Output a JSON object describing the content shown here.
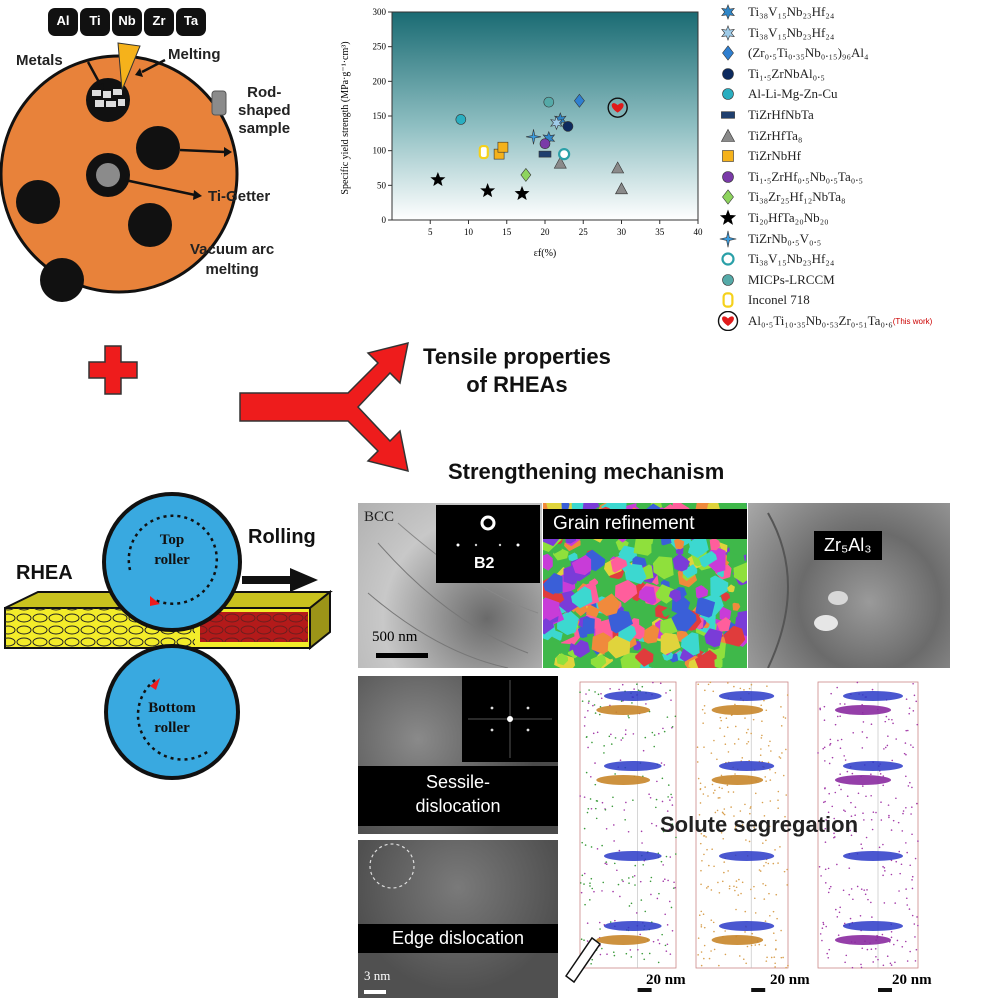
{
  "process": {
    "elements": [
      "Al",
      "Ti",
      "Nb",
      "Zr",
      "Ta"
    ],
    "metals_label": "Metals",
    "melting_label": "Melting",
    "rod_label": "Rod-\nshaped\nsample",
    "getter_label": "Ti-Getter",
    "vacuum_label": "Vacuum arc\nmelting",
    "rhea_label": "RHEA",
    "rolling_label": "Rolling",
    "top_roller_label": "Top\nroller",
    "bottom_roller_label": "Bottom\nroller"
  },
  "headings": {
    "tensile": "Tensile properties\nof RHEAs",
    "mechanism": "Strengthening mechanism"
  },
  "micrographs": {
    "bcc_label": "BCC",
    "b2_label": "B2",
    "scale_500": "500 nm",
    "grain_label": "Grain refinement",
    "zr_label": "Zr₅Al₃",
    "sessile_label": "Sessile-\ndislocation",
    "edge_label": "Edge dislocation",
    "scale_3": "3 nm",
    "solute_label": "Solute segregation",
    "scale_20": "20 nm"
  },
  "colors": {
    "disc": "#e8823a",
    "roller": "#39a9e0",
    "arrow_red": "#ee1c1c",
    "slab_yellow": "#f3ec2a"
  },
  "chart_data": {
    "type": "scatter",
    "xlabel": "εf(%)",
    "ylabel": "Specific yield strength (MPa·g⁻¹·cm³)",
    "xlim": [
      0,
      40
    ],
    "ylim": [
      0,
      300
    ],
    "xticks": [
      5,
      10,
      15,
      20,
      25,
      30,
      35,
      40
    ],
    "yticks": [
      0,
      50,
      100,
      150,
      200,
      250,
      300
    ],
    "series": [
      {
        "name": "Ti₃₈V₁₅Nb₂₃Hf₂₄",
        "marker": "star6",
        "color": "#2f86c8",
        "points": [
          [
            20.5,
            118
          ],
          [
            22,
            145
          ]
        ]
      },
      {
        "name": "Ti₃₈V₁₅Nb₂₃Hf₂₄",
        "marker": "star6",
        "color": "#9fcbe8",
        "points": [
          [
            21.5,
            140
          ]
        ]
      },
      {
        "name": "(Zr₀.₅Ti₀.₃₅Nb₀.₁₅)₉₆Al₄",
        "marker": "diamond",
        "color": "#2f7fd0",
        "points": [
          [
            24.5,
            172
          ]
        ]
      },
      {
        "name": "Ti₁.₅ZrNbAl₀.₅",
        "marker": "circle",
        "color": "#0d2a5e",
        "points": [
          [
            23,
            135
          ]
        ]
      },
      {
        "name": "Al-Li-Mg-Zn-Cu",
        "marker": "circle",
        "color": "#2aaec0",
        "points": [
          [
            9,
            145
          ]
        ]
      },
      {
        "name": "TiZrHfNbTa",
        "marker": "rect",
        "color": "#1f3f6e",
        "points": [
          [
            20,
            95
          ]
        ]
      },
      {
        "name": "TiZrHfTa₈",
        "marker": "triangle",
        "color": "#8a8a8a",
        "points": [
          [
            22,
            82
          ],
          [
            29.5,
            75
          ],
          [
            30,
            45
          ]
        ]
      },
      {
        "name": "TiZrNbHf",
        "marker": "square",
        "color": "#f5b21b",
        "points": [
          [
            14,
            95
          ],
          [
            14.5,
            105
          ]
        ]
      },
      {
        "name": "Ti₁.₅ZrHf₀.₅Nb₀.₅Ta₀.₅",
        "marker": "circle",
        "color": "#7a3aa8",
        "points": [
          [
            20,
            110
          ]
        ]
      },
      {
        "name": "Ti₃₈Zr₂₅Hf₁₂NbTa₈",
        "marker": "diamond",
        "color": "#8ed45e",
        "points": [
          [
            17.5,
            65
          ]
        ]
      },
      {
        "name": "Ti₂₀HfTa₂₀Nb₂₀",
        "marker": "star5",
        "color": "#000000",
        "points": [
          [
            6,
            58
          ],
          [
            12.5,
            42
          ],
          [
            17,
            38
          ]
        ]
      },
      {
        "name": "TiZrNb₀.₅V₀.₅",
        "marker": "star4",
        "color": "#3a9de0",
        "points": [
          [
            18.5,
            120
          ]
        ]
      },
      {
        "name": "Ti₃₈V₁₅Nb₂₃Hf₂₄",
        "marker": "ring",
        "color": "#2aa0a8",
        "points": [
          [
            22.5,
            95
          ]
        ]
      },
      {
        "name": "MICPs-LRCCM",
        "marker": "circle",
        "color": "#55aaa8",
        "points": [
          [
            20.5,
            170
          ]
        ]
      },
      {
        "name": "Inconel 718",
        "marker": "capsule",
        "color": "#f5d11b",
        "points": [
          [
            12,
            98
          ]
        ]
      },
      {
        "name": "Al₀.₅Ti₁₀.₃₅Nb₀.₅₃Zr₀.₅₁Ta₀.₆",
        "note": "(This work)",
        "marker": "heart",
        "color": "#e01a1a",
        "points": [
          [
            29.5,
            162
          ]
        ]
      }
    ]
  }
}
